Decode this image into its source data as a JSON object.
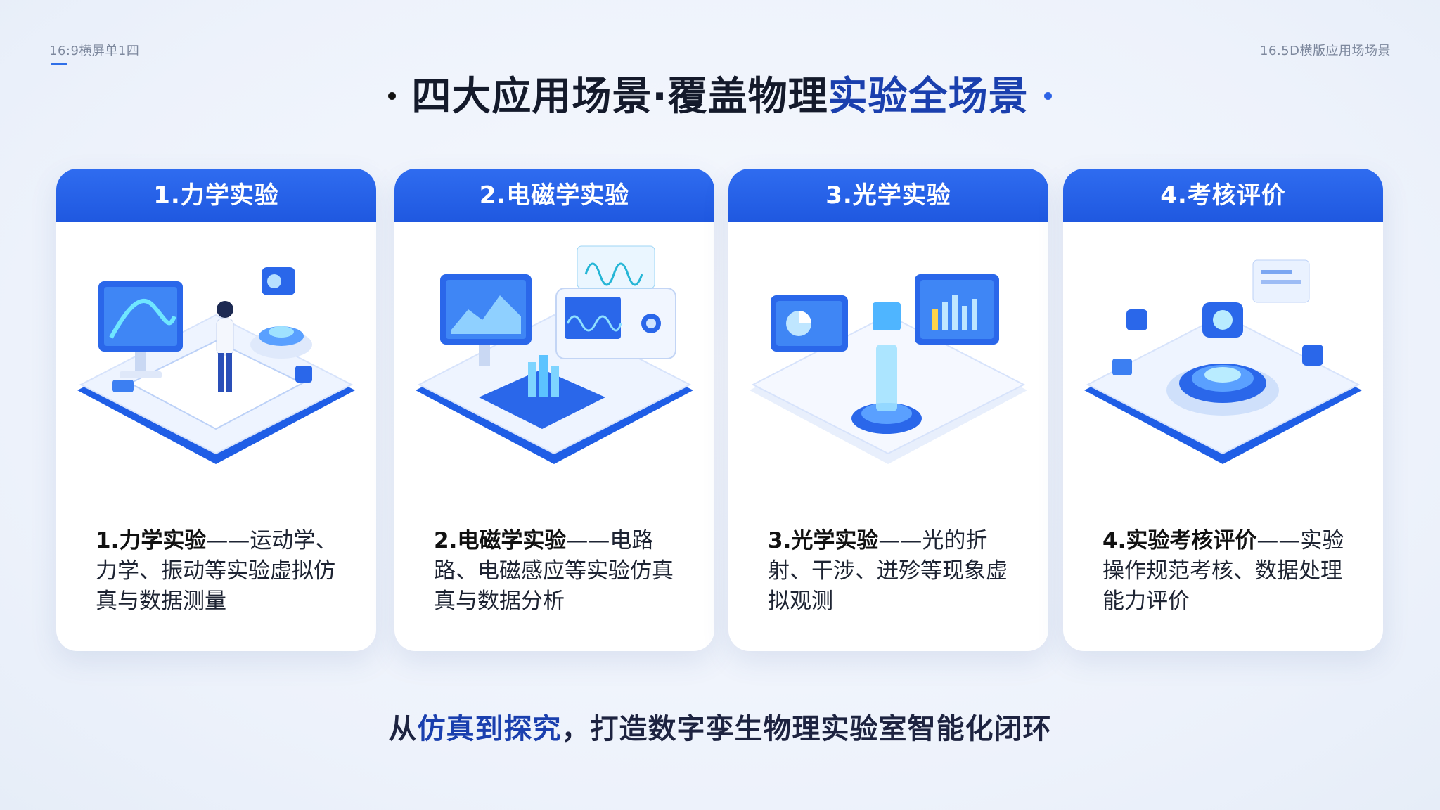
{
  "corner": {
    "left": "16:9横屏单1四",
    "right": "16.5D横版应用场场景"
  },
  "title": {
    "part1": "四大应用场景·覆盖物理",
    "highlight": "实验全场景"
  },
  "cards": [
    {
      "header": "1.力学实验",
      "desc_bold": "1.力学实验",
      "desc_text": "——运动学、力学、振动等实验虚拟仿真与数据测量"
    },
    {
      "header": "2.电磁学实验",
      "desc_bold": "2.电磁学实验",
      "desc_text": "——电路路、电磁感应等实验仿真真与数据分析"
    },
    {
      "header": "3.光学实验",
      "desc_bold": "3.光学实验",
      "desc_text": "——光的折射、干涉、迸殄等现象虚拟观测"
    },
    {
      "header": "4.考核评价",
      "desc_bold": "4.实验考核评价",
      "desc_text": "——实验操作规范考核、数据处理能力评价"
    }
  ],
  "tagline": {
    "p1": "从",
    "hl": "仿真到探究",
    "p2": "，打造数字孪生物理实验室智能化闭环"
  },
  "colors": {
    "accent": "#2d63e6",
    "heading_blue": "#1a3fae",
    "header_bg": "#2463ea"
  }
}
